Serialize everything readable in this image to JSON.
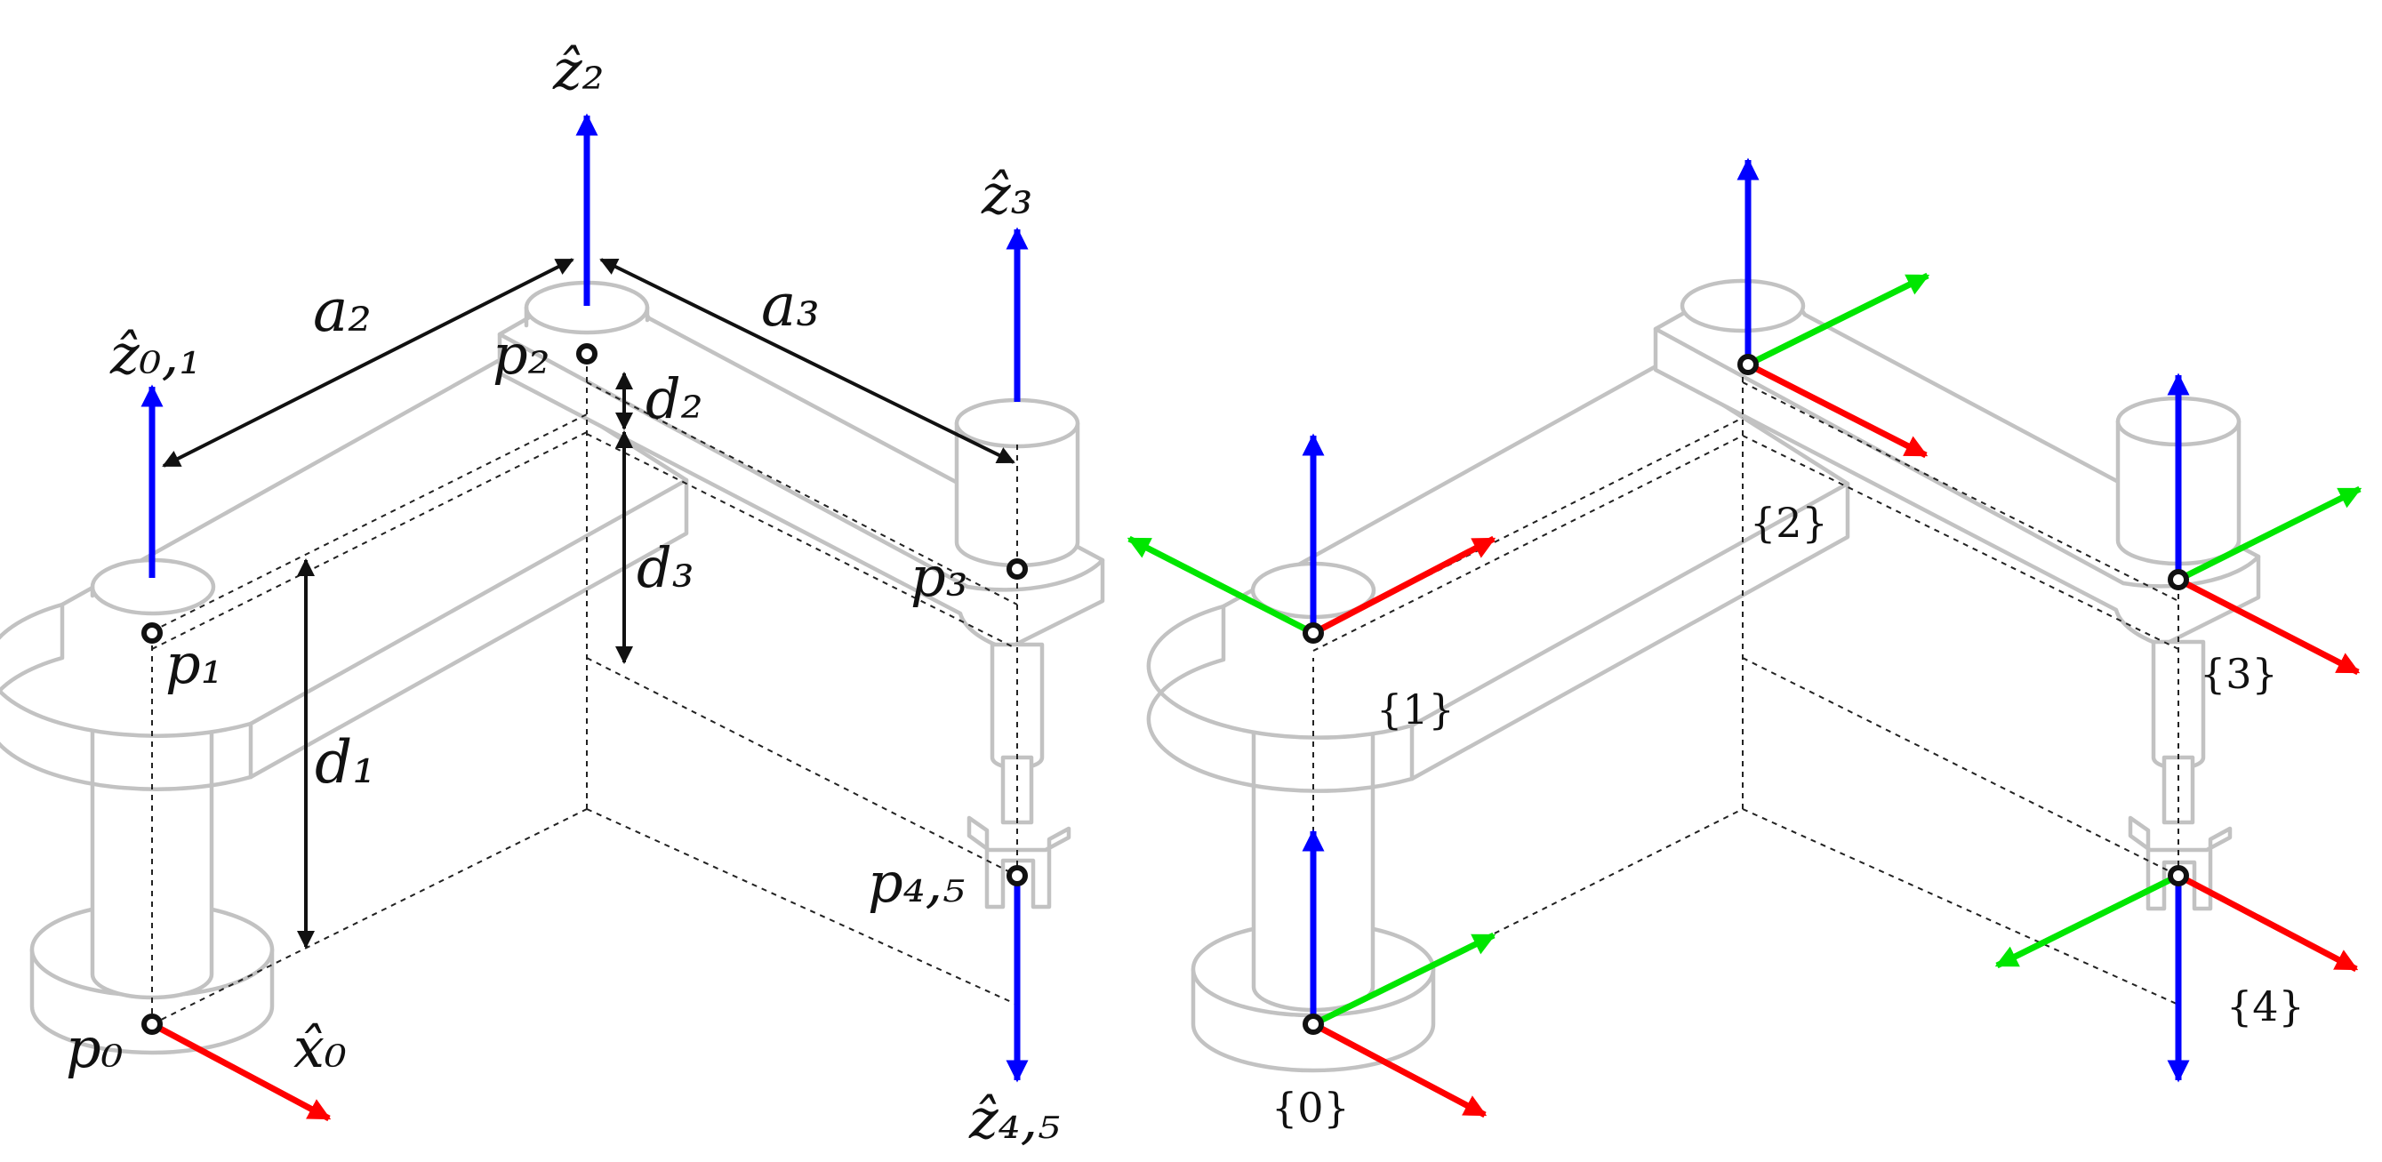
{
  "left": {
    "labels": {
      "z2": "ẑ₂",
      "z3": "ẑ₃",
      "z01": "ẑ₀,₁",
      "z45": "ẑ₄,₅",
      "x0": "x̂₀",
      "a2": "a₂",
      "a3": "a₃",
      "d1": "d₁",
      "d2": "d₂",
      "d3": "d₃",
      "p0": "p₀",
      "p1": "p₁",
      "p2": "p₂",
      "p3": "p₃",
      "p45": "p₄,₅"
    }
  },
  "right": {
    "frames": {
      "f0": "{0}",
      "f1": "{1}",
      "f2": "{2}",
      "f3": "{3}",
      "f4": "{4}"
    }
  },
  "colors": {
    "z_axis": "#0000ff",
    "x_axis": "#ff0000",
    "y_axis": "#00e600",
    "robot_outline": "#c2c2c2"
  }
}
